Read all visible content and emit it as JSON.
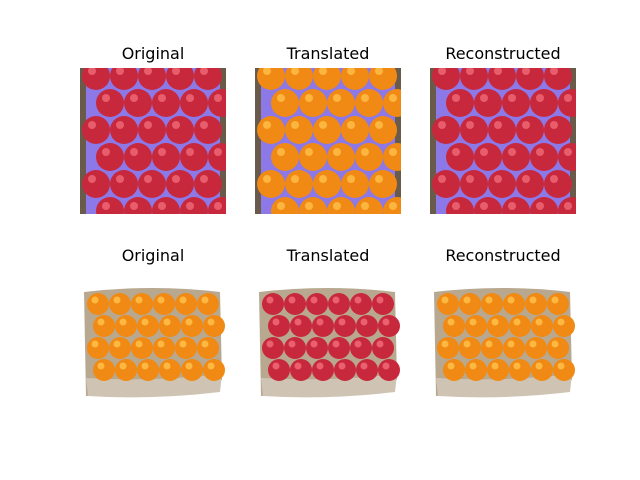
{
  "rows": [
    {
      "titles": [
        "Original",
        "Translated",
        "Reconstructed"
      ],
      "panels": [
        {
          "fruit": "apple",
          "background": "purple-tray"
        },
        {
          "fruit": "orange",
          "background": "purple-tray"
        },
        {
          "fruit": "apple",
          "background": "purple-tray"
        }
      ]
    },
    {
      "titles": [
        "Original",
        "Translated",
        "Reconstructed"
      ],
      "panels": [
        {
          "fruit": "orange",
          "background": "cardboard-box"
        },
        {
          "fruit": "apple",
          "background": "cardboard-box"
        },
        {
          "fruit": "orange",
          "background": "cardboard-box"
        }
      ]
    }
  ],
  "colors": {
    "apple": "#c8283c",
    "apple_highlight": "#f06a78",
    "orange": "#f08a14",
    "orange_highlight": "#ffc04a",
    "tray": "#8c78e6",
    "box": "#b8a890"
  }
}
